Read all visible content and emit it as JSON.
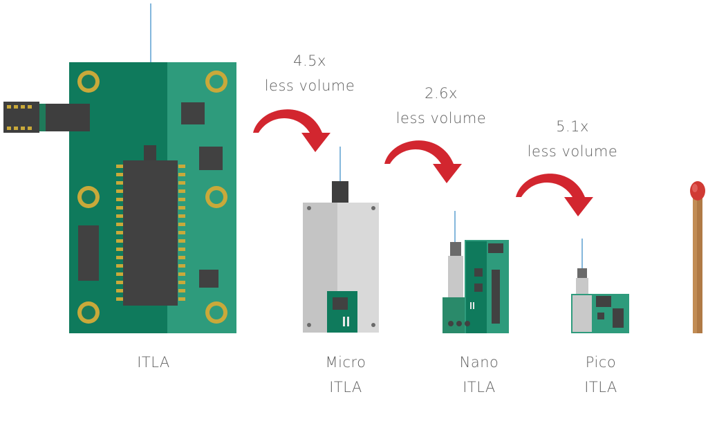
{
  "modules": [
    {
      "name": "itla",
      "label_line1": "ITLA",
      "label_line2": ""
    },
    {
      "name": "micro-itla",
      "label_line1": "Micro",
      "label_line2": "ITLA"
    },
    {
      "name": "nano-itla",
      "label_line1": "Nano",
      "label_line2": "ITLA"
    },
    {
      "name": "pico-itla",
      "label_line1": "Pico",
      "label_line2": "ITLA"
    }
  ],
  "comparisons": [
    {
      "factor": "4.5x",
      "text": "less volume"
    },
    {
      "factor": "2.6x",
      "text": "less volume"
    },
    {
      "factor": "5.1x",
      "text": "less volume"
    }
  ],
  "colors": {
    "pcb_dark": "#0f7a5c",
    "pcb_light": "#2e9b7c",
    "chip": "#414141",
    "gold": "#c9a93a",
    "arrow": "#d2262f",
    "silver": "#c9c9c9",
    "match_stick": "#b07a45",
    "match_head": "#d03a34",
    "text": "#5f5f5f"
  }
}
